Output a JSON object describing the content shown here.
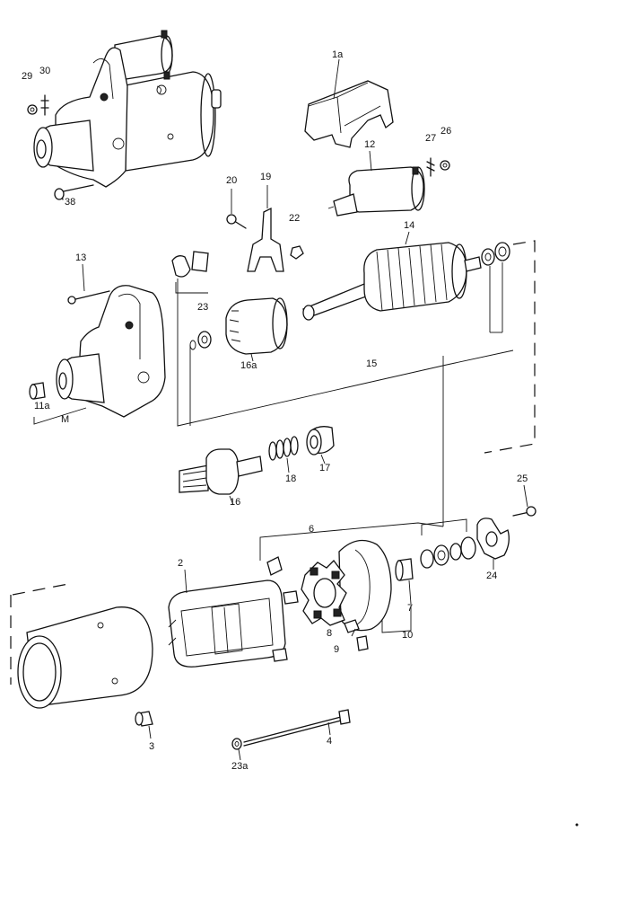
{
  "labels": {
    "l1a": "1a",
    "l12": "12",
    "l27": "27",
    "l26": "26",
    "l29": "29",
    "l30": "30",
    "l38": "38",
    "l20": "20",
    "l19": "19",
    "l22": "22",
    "l13": "13",
    "l14": "14",
    "l23": "23",
    "l16a": "16a",
    "l15": "15",
    "l11a": "11a",
    "l16": "16",
    "l18": "18",
    "l17": "17",
    "l6": "6",
    "l25": "25",
    "l24": "24",
    "l2": "2",
    "l7": "7",
    "l8": "8",
    "l9": "9",
    "l10": "10",
    "l3": "3",
    "l4": "4",
    "l23a": "23a",
    "lM": "M"
  }
}
